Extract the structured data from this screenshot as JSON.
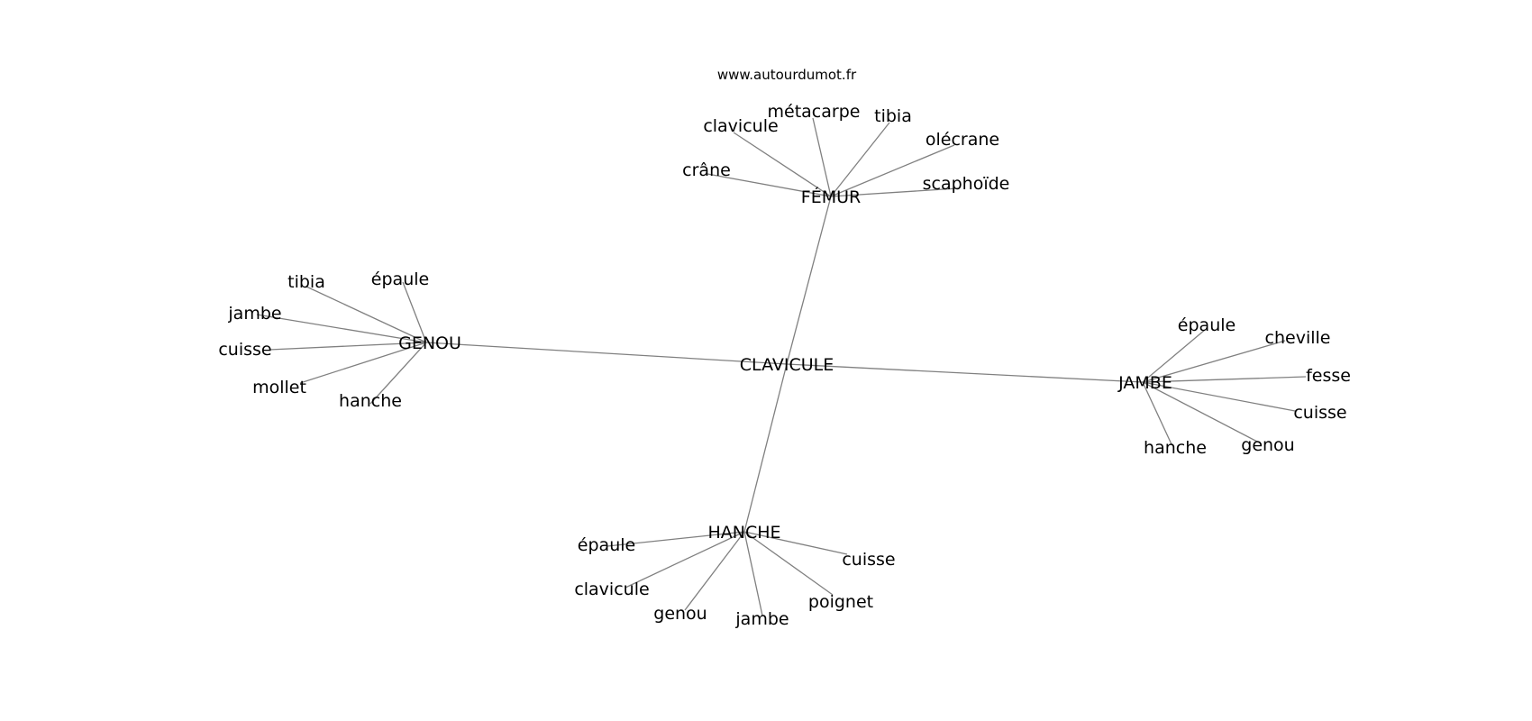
{
  "site": "www.autourdumot.fr",
  "center": {
    "label": "CLAVICULE"
  },
  "clusters": [
    {
      "id": "femur",
      "hub": "FÉMUR",
      "words": [
        "crâne",
        "clavicule",
        "métacarpe",
        "tibia",
        "olécrane",
        "scaphoïde"
      ]
    },
    {
      "id": "genou",
      "hub": "GENOU",
      "words": [
        "tibia",
        "épaule",
        "jambe",
        "cuisse",
        "mollet",
        "hanche"
      ]
    },
    {
      "id": "jambe",
      "hub": "JAMBE",
      "words": [
        "épaule",
        "cheville",
        "fesse",
        "cuisse",
        "genou",
        "hanche"
      ]
    },
    {
      "id": "hanche",
      "hub": "HANCHE",
      "words": [
        "épaule",
        "clavicule",
        "genou",
        "jambe",
        "poignet",
        "cuisse"
      ]
    }
  ]
}
